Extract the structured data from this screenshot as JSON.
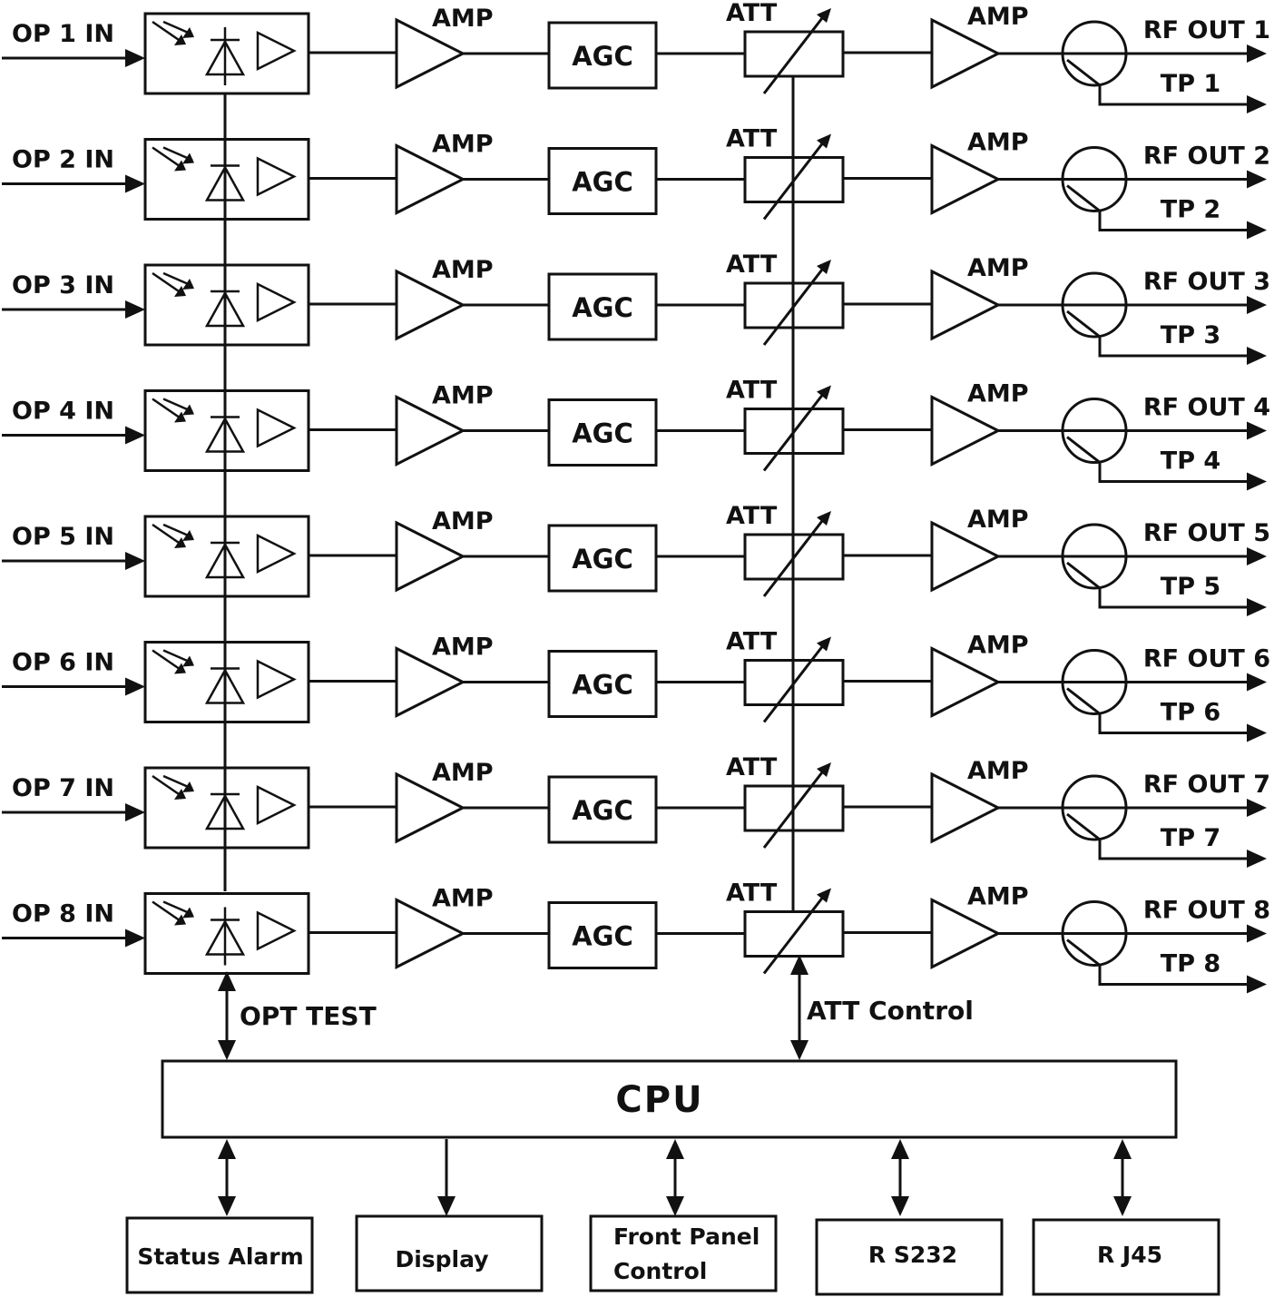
{
  "channels": [
    {
      "input": "OP 1 IN",
      "amp1": "AMP",
      "agc": "AGC",
      "att": "ATT",
      "amp2": "AMP",
      "rf_out": "RF OUT 1",
      "tp": "TP 1"
    },
    {
      "input": "OP 2 IN",
      "amp1": "AMP",
      "agc": "AGC",
      "att": "ATT",
      "amp2": "AMP",
      "rf_out": "RF OUT 2",
      "tp": "TP 2"
    },
    {
      "input": "OP 3 IN",
      "amp1": "AMP",
      "agc": "AGC",
      "att": "ATT",
      "amp2": "AMP",
      "rf_out": "RF OUT 3",
      "tp": "TP 3"
    },
    {
      "input": "OP 4 IN",
      "amp1": "AMP",
      "agc": "AGC",
      "att": "ATT",
      "amp2": "AMP",
      "rf_out": "RF OUT 4",
      "tp": "TP 4"
    },
    {
      "input": "OP 5 IN",
      "amp1": "AMP",
      "agc": "AGC",
      "att": "ATT",
      "amp2": "AMP",
      "rf_out": "RF OUT 5",
      "tp": "TP 5"
    },
    {
      "input": "OP 6 IN",
      "amp1": "AMP",
      "agc": "AGC",
      "att": "ATT",
      "amp2": "AMP",
      "rf_out": "RF OUT 6",
      "tp": "TP 6"
    },
    {
      "input": "OP 7 IN",
      "amp1": "AMP",
      "agc": "AGC",
      "att": "ATT",
      "amp2": "AMP",
      "rf_out": "RF OUT 7",
      "tp": "TP 7"
    },
    {
      "input": "OP 8 IN",
      "amp1": "AMP",
      "agc": "AGC",
      "att": "ATT",
      "amp2": "AMP",
      "rf_out": "RF OUT 8",
      "tp": "TP 8"
    }
  ],
  "opt_test_label": "OPT TEST",
  "att_control_label": "ATT Control",
  "cpu_label": "CPU",
  "peripherals": {
    "status_alarm": "Status Alarm",
    "display": "Display",
    "front_panel_line1": "Front Panel",
    "front_panel_line2": "Control",
    "rs232": "R S232",
    "rj45": "R J45"
  },
  "line_color": "#111111",
  "background_color": "#ffffff"
}
